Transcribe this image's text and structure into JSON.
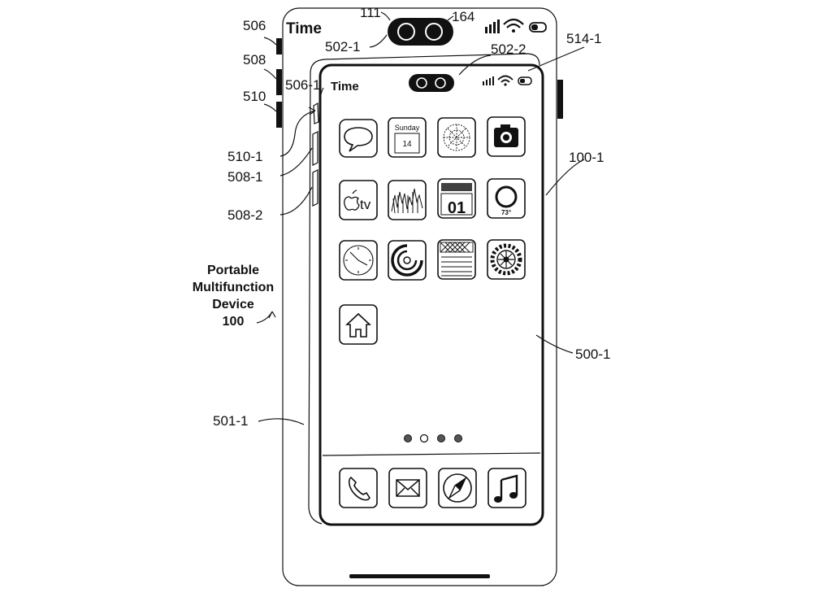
{
  "outer_device": {
    "status_time": "Time"
  },
  "inner_screen": {
    "status_time": "Time",
    "page_dots": 4,
    "app_grid": [
      {
        "name": "messages",
        "icon": "speech-bubble-icon"
      },
      {
        "name": "calendar",
        "icon": "calendar-icon",
        "line1": "Sunday",
        "line2": "14"
      },
      {
        "name": "photos",
        "icon": "flower-icon"
      },
      {
        "name": "camera",
        "icon": "camera-icon"
      },
      {
        "name": "tv",
        "icon": "apple-tv-icon",
        "label": "tv"
      },
      {
        "name": "stocks",
        "icon": "stocks-chart-icon"
      },
      {
        "name": "clock-widget",
        "icon": "flip-clock-icon",
        "digits": "01"
      },
      {
        "name": "weather",
        "icon": "ring-weather-icon",
        "temp": "73°"
      },
      {
        "name": "clock",
        "icon": "analog-clock-icon"
      },
      {
        "name": "fitness",
        "icon": "activity-rings-icon"
      },
      {
        "name": "notes",
        "icon": "notes-icon"
      },
      {
        "name": "settings",
        "icon": "gear-icon"
      },
      {
        "name": "home",
        "icon": "house-icon"
      }
    ],
    "dock": [
      {
        "name": "phone",
        "icon": "phone-icon"
      },
      {
        "name": "mail",
        "icon": "envelope-icon"
      },
      {
        "name": "safari",
        "icon": "compass-icon"
      },
      {
        "name": "music",
        "icon": "music-note-icon"
      }
    ]
  },
  "reference_labels": {
    "l111": "111",
    "l164": "164",
    "l506": "506",
    "l508": "508",
    "l510": "510",
    "l502_1": "502-1",
    "l502_2": "502-2",
    "l514_1": "514-1",
    "l506_1": "506-1",
    "l510_1": "510-1",
    "l508_1": "508-1",
    "l508_2": "508-2",
    "l100_1": "100-1",
    "l500_1": "500-1",
    "l501_1": "501-1"
  },
  "caption": {
    "line1": "Portable",
    "line2": "Multifunction",
    "line3": "Device",
    "line4": "100"
  }
}
